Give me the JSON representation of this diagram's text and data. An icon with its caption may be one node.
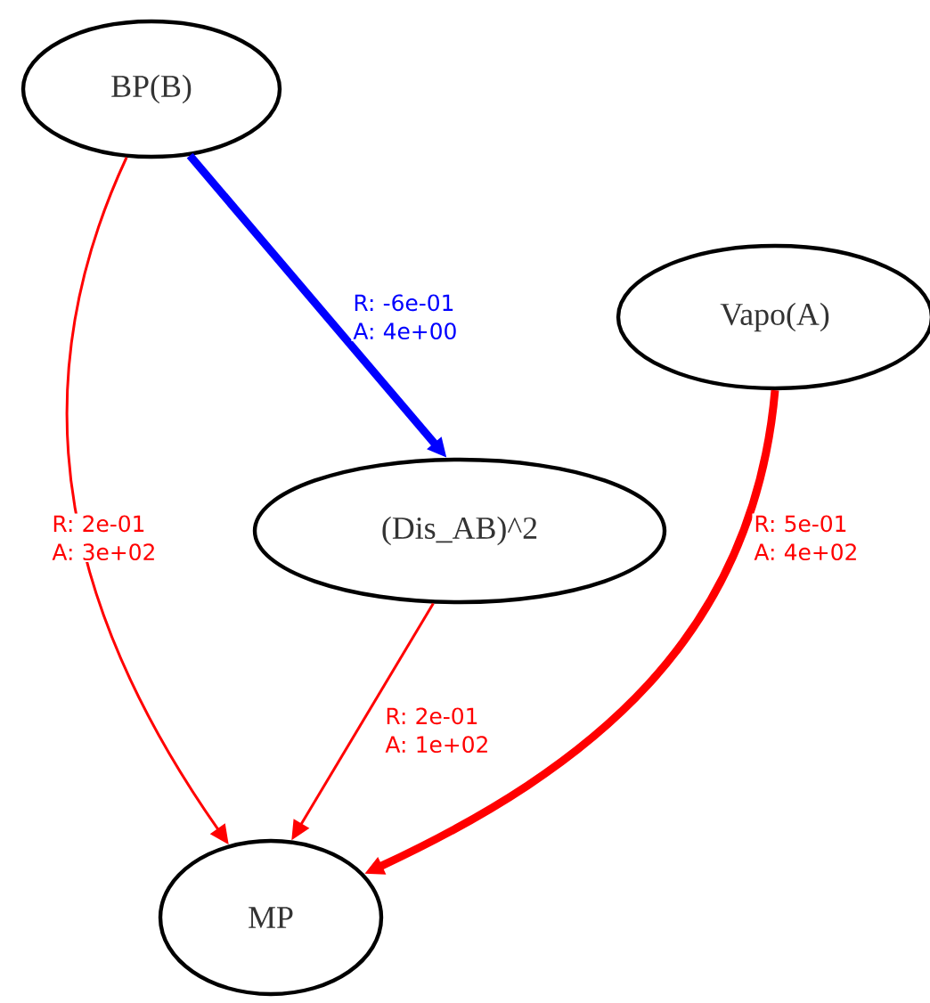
{
  "diagram": {
    "nodes": [
      {
        "text": [
          "BP(B)"
        ]
      },
      {
        "text": [
          "Vapo(A)"
        ]
      },
      {
        "text": [
          "(Dis_AB)^2"
        ]
      },
      {
        "text": [
          "MP"
        ]
      }
    ],
    "edges": [
      {
        "from": 0,
        "to": 3,
        "arrow": "to",
        "label": "R: 2e-01 A: 3e+02",
        "color": "#ff0000"
      },
      {
        "from": 0,
        "to": 2,
        "arrow": "to",
        "label": "R: -6e-01 A: 4e+00",
        "style": "thick",
        "color": "#0000ff"
      },
      {
        "from": 2,
        "to": 3,
        "arrow": "to",
        "label": "R: 2e-01 A: 1e+02",
        "color": "#ff0000"
      },
      {
        "from": 1,
        "to": 3,
        "arrow": "to",
        "label": "R: 5e-01 A: 4e+02",
        "style": "thick",
        "color": "#ff0000"
      }
    ]
  }
}
